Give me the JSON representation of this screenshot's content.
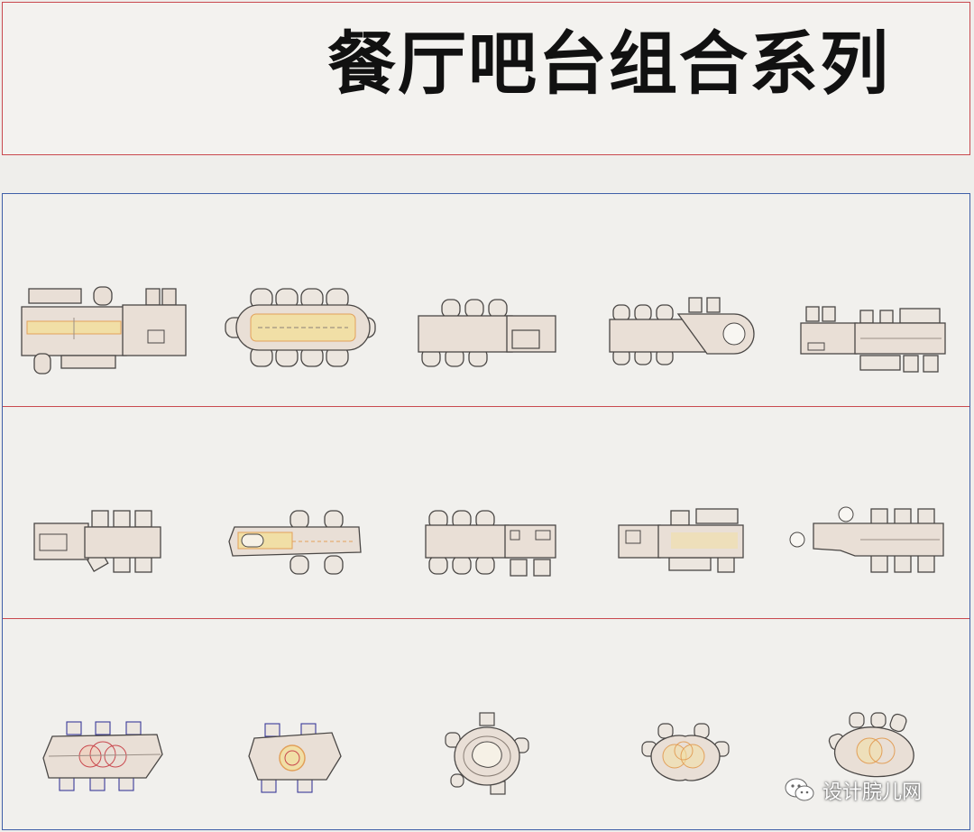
{
  "header": {
    "title": "餐厅吧台组合系列"
  },
  "watermark": {
    "text": "设计脘儿网",
    "icon": "wechat-icon"
  },
  "colors": {
    "border_red": "#c9494f",
    "border_blue": "#3f5fa8",
    "furniture_fill": "#e9dfd6",
    "furniture_stroke": "#4a4745",
    "accent_yellow": "#f1dfa6",
    "accent_orange": "#e2a05a"
  },
  "rows": [
    {
      "name": "row-1",
      "layouts": [
        "bar-layout-1",
        "bar-layout-2",
        "bar-layout-3",
        "bar-layout-4",
        "bar-layout-5"
      ]
    },
    {
      "name": "row-2",
      "layouts": [
        "bar-layout-6",
        "bar-layout-7",
        "bar-layout-8",
        "bar-layout-9",
        "bar-layout-10"
      ]
    },
    {
      "name": "row-3",
      "layouts": [
        "bar-layout-11",
        "bar-layout-12",
        "bar-layout-13",
        "bar-layout-14",
        "bar-layout-15"
      ]
    }
  ]
}
